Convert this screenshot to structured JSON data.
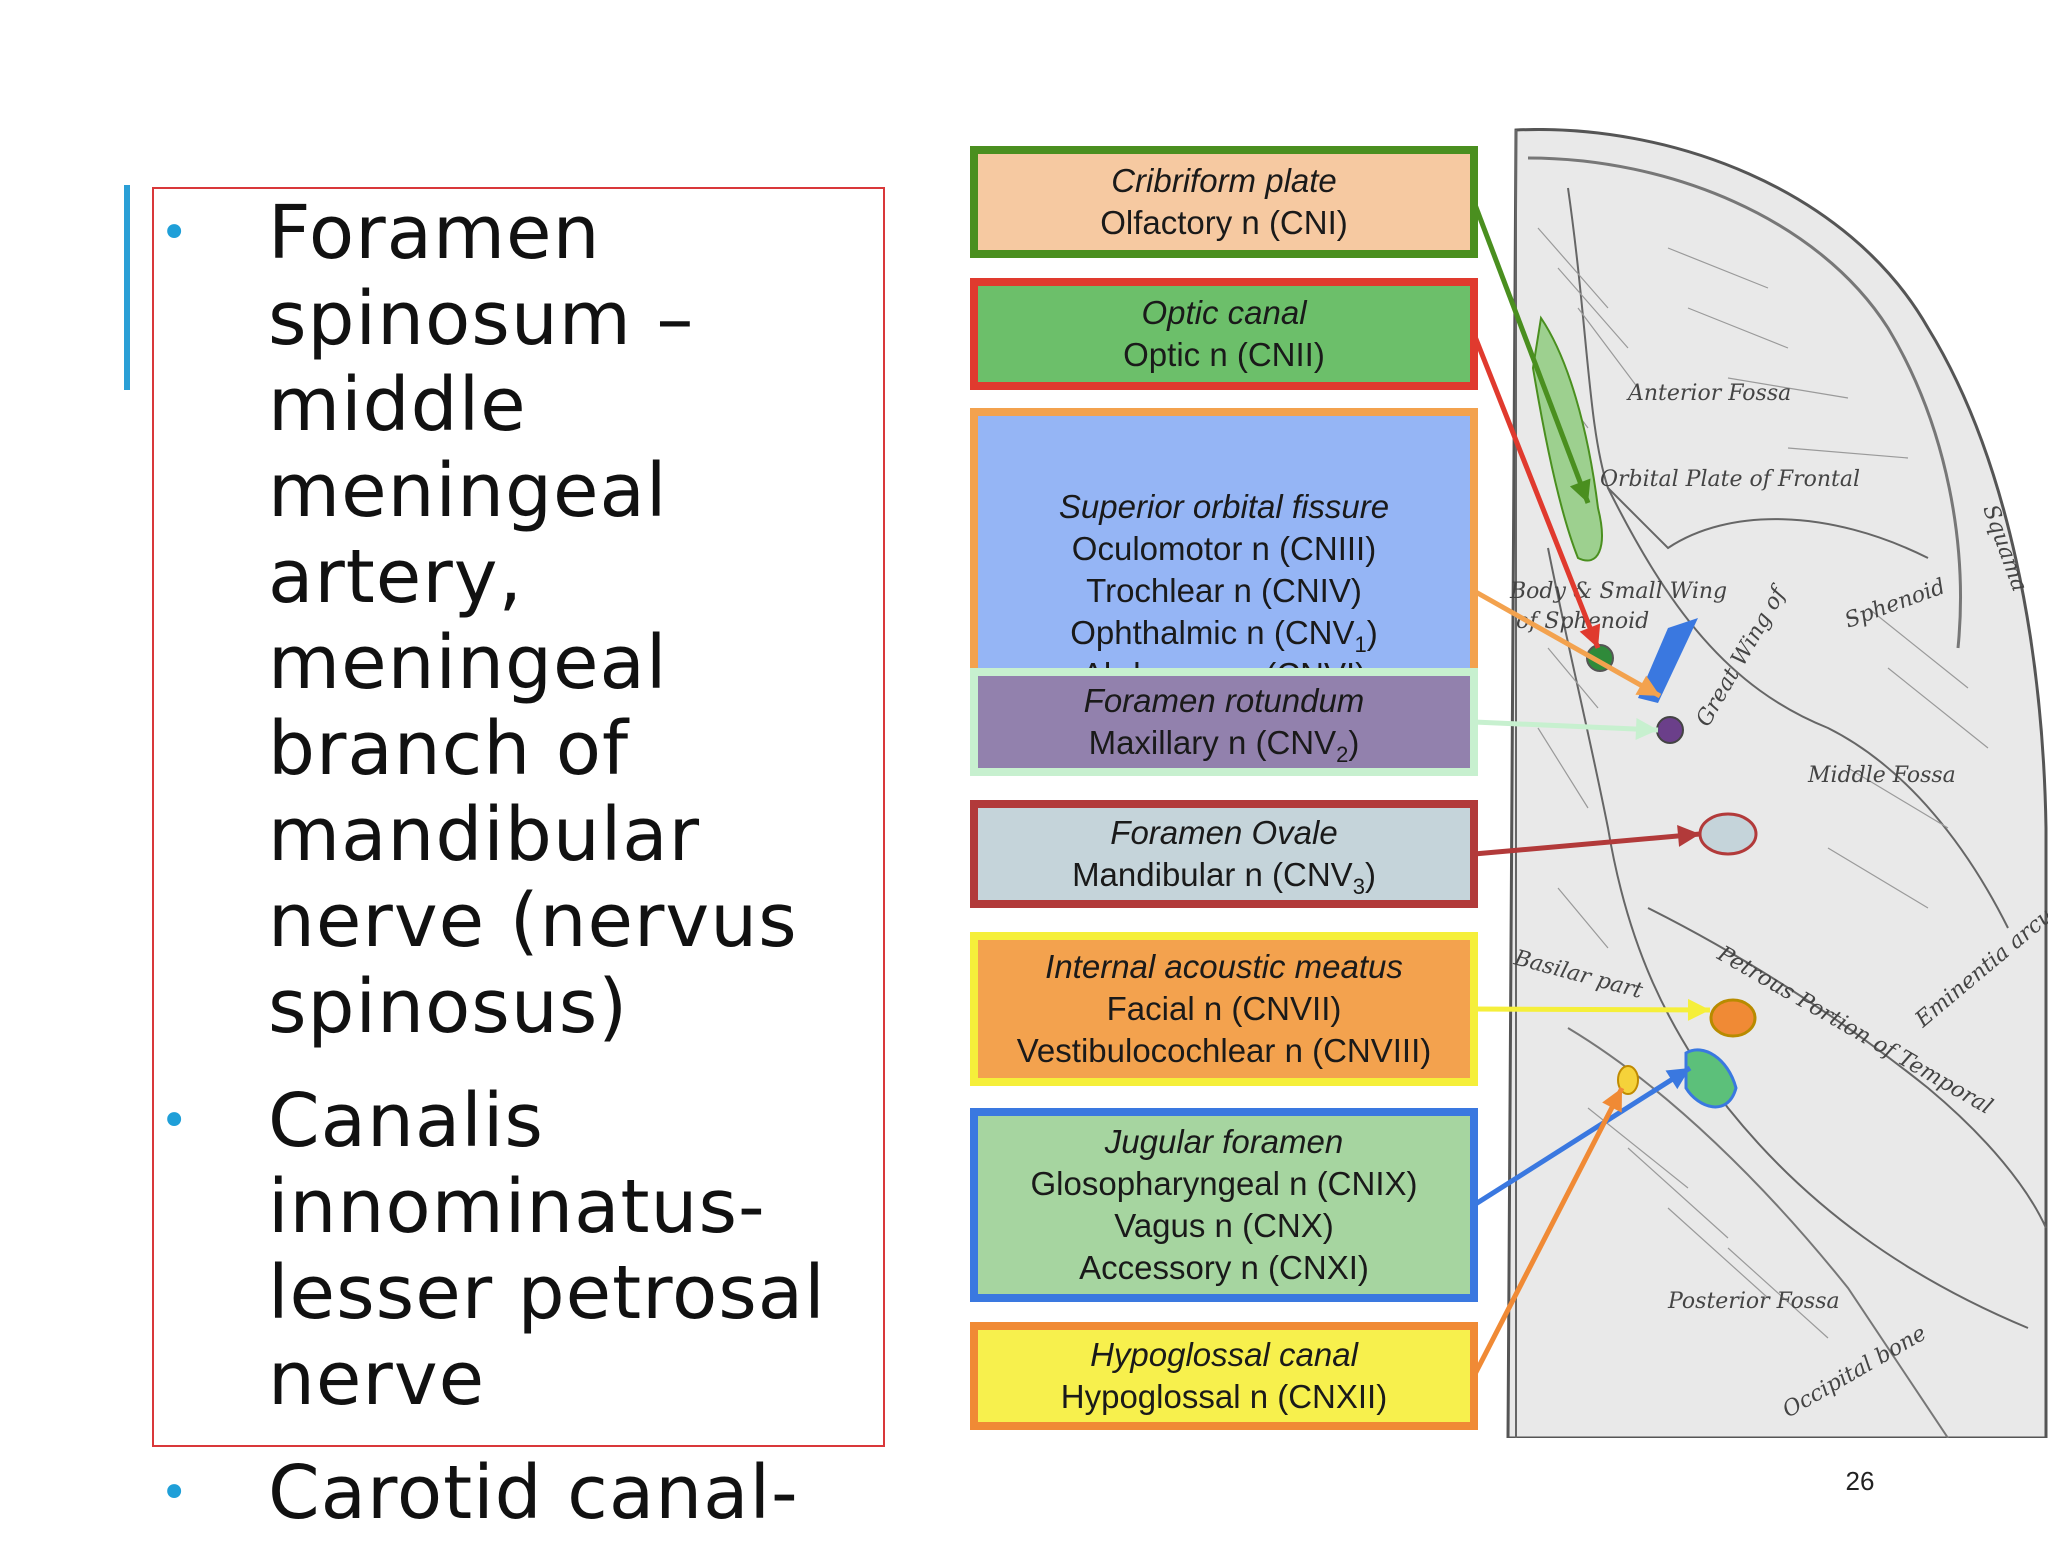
{
  "slide": {
    "page_number": "26"
  },
  "bullets": [
    {
      "text": "Foramen spinosum – middle meningeal artery, meningeal branch of mandibular nerve (nervus spinosus)",
      "lines": [
        "Foramen",
        "spinosum –",
        "middle",
        "meningeal",
        "artery,",
        "meningeal",
        "branch of",
        "mandibular",
        "nerve (nervus",
        "spinosus)"
      ]
    },
    {
      "text": "Canalis innominatus- lesser petrosal nerve",
      "lines": [
        "Canalis",
        "innominatus-",
        "lesser petrosal",
        "nerve"
      ]
    },
    {
      "text": "Carotid canal-",
      "lines": [
        "Carotid canal-"
      ]
    }
  ],
  "diagram": {
    "boxes": [
      {
        "title": "Cribriform plate",
        "lines": [
          "Olfactory n (CNI)"
        ],
        "fill": "#f6c9a1",
        "border": "#4a8f1f",
        "arrow": "#4a8f1f"
      },
      {
        "title": "Optic canal",
        "lines": [
          "Optic n (CNII)"
        ],
        "fill": "#6cbf6a",
        "border": "#e03a2e",
        "arrow": "#e03a2e"
      },
      {
        "title": "Superior orbital fissure",
        "lines": [
          "Oculomotor n (CNIII)",
          "Trochlear n (CNIV)",
          "Ophthalmic n (CNV",
          "Abducens n (CNVI)"
        ],
        "subscripts": {
          "2": "1"
        },
        "fill": "#95b5f5",
        "border": "#f3a24e",
        "arrow": "#f3a24e"
      },
      {
        "title": "Foramen rotundum",
        "lines": [
          "Maxillary n (CNV"
        ],
        "subscripts": {
          "0": "2"
        },
        "fill": "#9281ad",
        "border": "#c7f0cf",
        "arrow": "#c7f0cf"
      },
      {
        "title": "Foramen Ovale",
        "lines": [
          "Mandibular n (CNV"
        ],
        "subscripts": {
          "0": "3"
        },
        "fill": "#c5d4da",
        "border": "#b23a3a",
        "arrow": "#b23a3a"
      },
      {
        "title": "Internal acoustic meatus",
        "lines": [
          "Facial n (CNVII)",
          "Vestibulocochlear n (CNVIII)"
        ],
        "fill": "#f3a24e",
        "border": "#f5ef3a",
        "arrow": "#f5ef3a"
      },
      {
        "title": "Jugular foramen",
        "lines": [
          "Glosopharyngeal n (CNIX)",
          "Vagus n (CNX)",
          "Accessory n (CNXI)"
        ],
        "fill": "#a6d5a0",
        "border": "#3a78e0",
        "arrow": "#3a78e0"
      },
      {
        "title": "Hypoglossal canal",
        "lines": [
          "Hypoglossal n (CNXII)"
        ],
        "fill": "#f7f04d",
        "border": "#f08a35",
        "arrow": "#f08a35"
      }
    ],
    "skull_labels": [
      "Anterior Fossa",
      "Orbital Plate of Frontal",
      "Body & Small Wing",
      "of Sphenoid",
      "Great Wing of",
      "Sphenoid",
      "Middle Fossa",
      "Basilar part",
      "Petrous Portion of Temporal",
      "Eminentia arcuata",
      "Posterior Fossa",
      "Occipital bone",
      "Squama"
    ]
  }
}
